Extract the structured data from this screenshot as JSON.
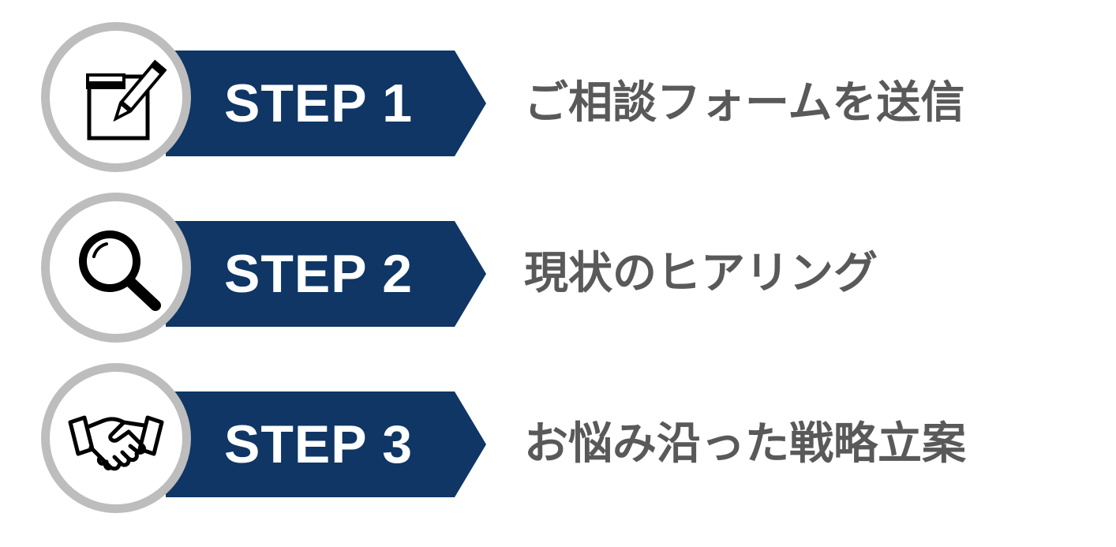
{
  "steps": [
    {
      "label": "STEP 1",
      "text": "ご相談フォームを送信",
      "icon": "form-pencil-icon"
    },
    {
      "label": "STEP 2",
      "text": "現状のヒアリング",
      "icon": "magnifier-icon"
    },
    {
      "label": "STEP 3",
      "text": "お悩み沿った戦略立案",
      "icon": "handshake-icon"
    }
  ],
  "colors": {
    "banner": "#0f3664",
    "circle_ring": "#bdbdbd",
    "text": "#595959",
    "icon": "#000000"
  }
}
